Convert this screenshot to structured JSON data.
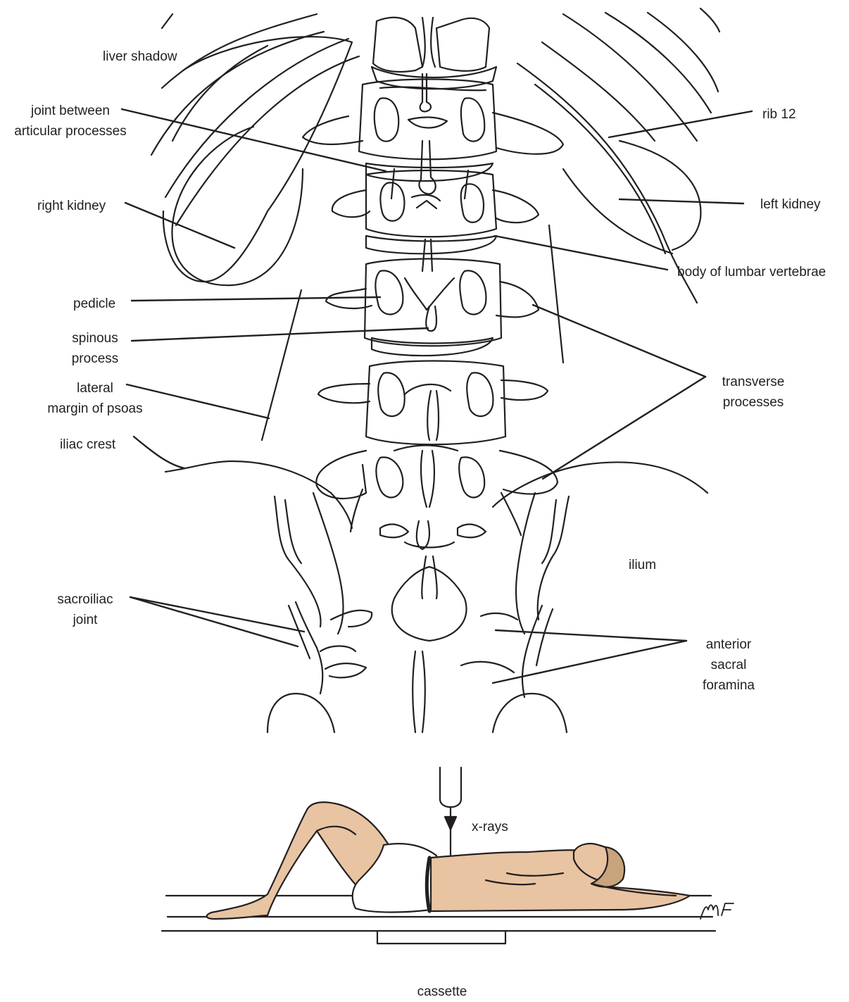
{
  "diagram": {
    "labels": {
      "liver_shadow": "liver shadow",
      "joint_between": [
        "joint between",
        "articular processes"
      ],
      "rib_12": "rib 12",
      "right_kidney": "right kidney",
      "left_kidney": "left kidney",
      "body_lumbar": "body of lumbar vertebrae",
      "pedicle": "pedicle",
      "spinous_process": [
        "spinous",
        "process"
      ],
      "lateral_margin_psoas": [
        "lateral",
        "margin of psoas"
      ],
      "iliac_crest": "iliac crest",
      "transverse_processes": [
        "transverse",
        "processes"
      ],
      "ilium": "ilium",
      "sacroiliac_joint": [
        "sacroiliac",
        "joint"
      ],
      "anterior_sacral_foramina": [
        "anterior",
        "sacral",
        "foramina"
      ],
      "x_rays": "x-rays",
      "cassette": "cassette",
      "signature": "MF"
    },
    "colors": {
      "line": "#231f20",
      "skin": "#e8c4a2",
      "hair": "#c9a37c",
      "cloth": "#ffffff"
    }
  }
}
